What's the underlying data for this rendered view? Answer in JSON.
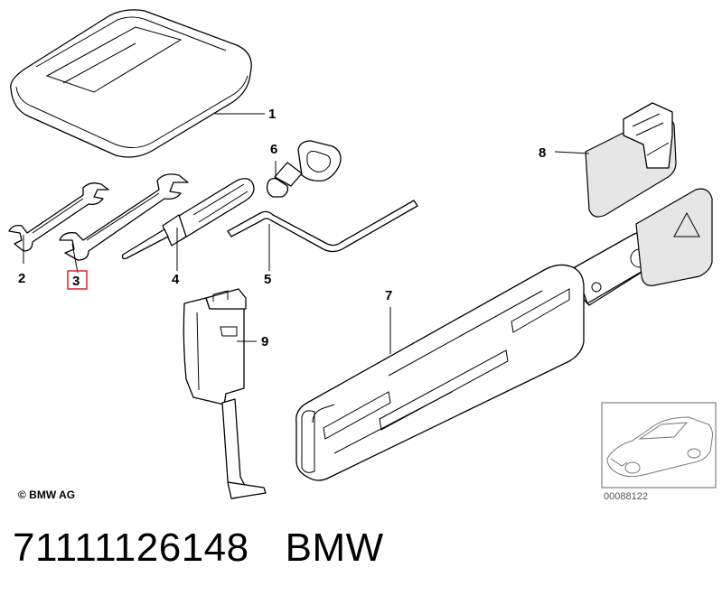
{
  "callouts": {
    "c1": "1",
    "c2": "2",
    "c3": "3",
    "c4": "4",
    "c5": "5",
    "c6": "6",
    "c7": "7",
    "c8": "8",
    "c9": "9"
  },
  "copyright": "© BMW AG",
  "diagram_number": "00088122",
  "part_number": "71111126148",
  "brand": "BMW",
  "highlight_color": "#d9262c"
}
